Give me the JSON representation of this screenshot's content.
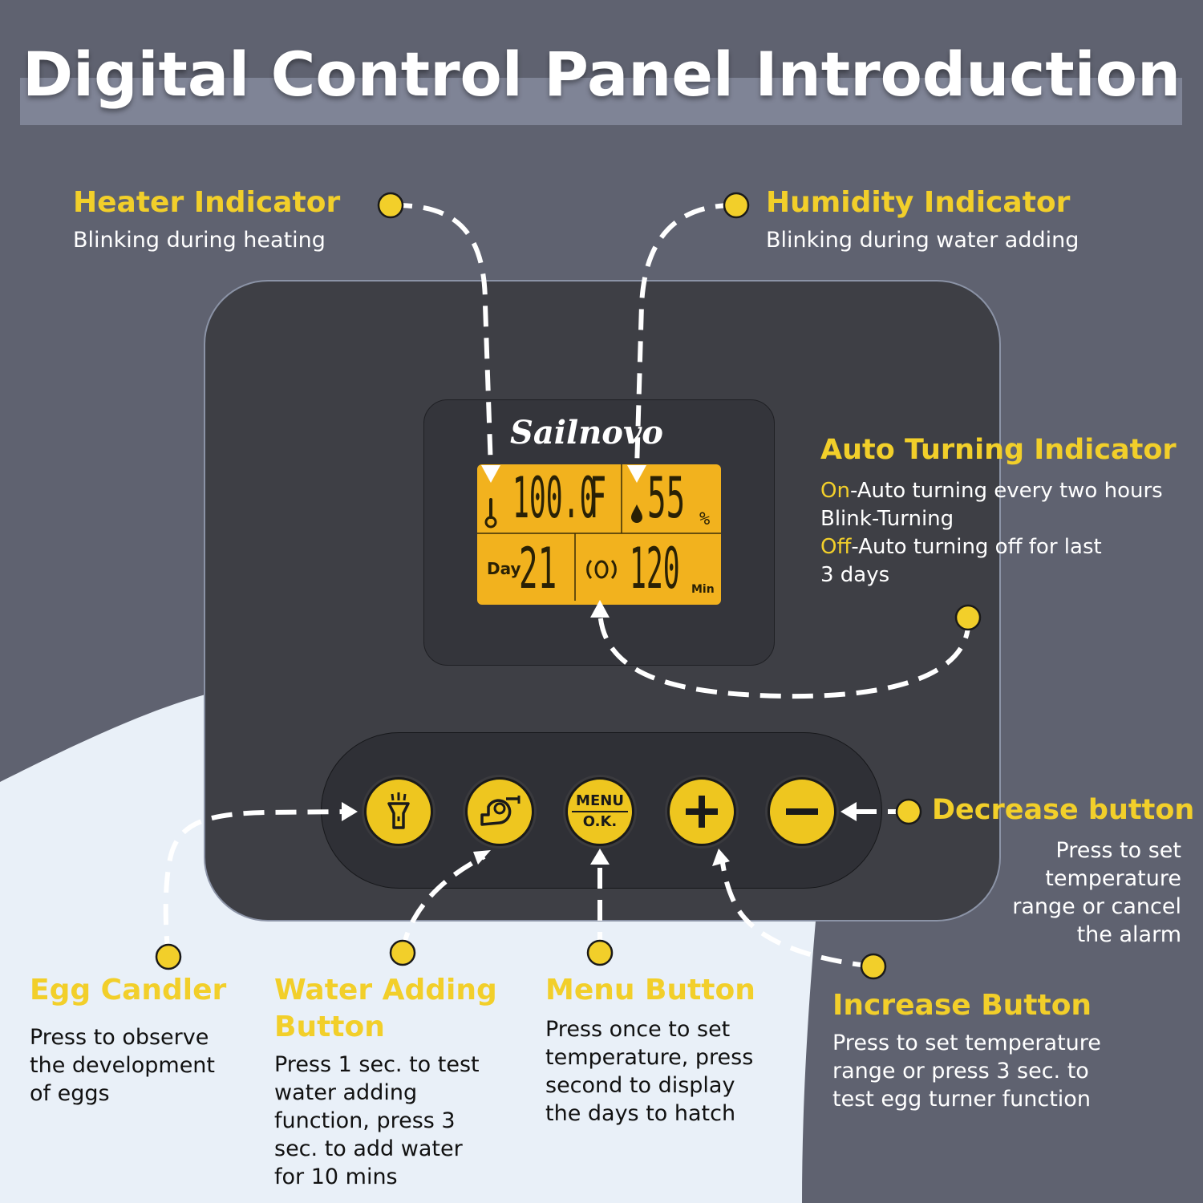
{
  "title": "Digital Control Panel Introduction",
  "brand": "Sailnovo",
  "lcd": {
    "temperature": "100.0",
    "temp_unit": "F",
    "humidity": "55",
    "humidity_unit": "%",
    "day_label": "Day",
    "day_value": "21",
    "minutes_value": "120",
    "minutes_unit": "Min"
  },
  "buttons": {
    "menu_line1": "MENU",
    "menu_line2": "O.K."
  },
  "callouts": {
    "heater": {
      "title": "Heater Indicator",
      "desc": "Blinking during heating"
    },
    "humidity": {
      "title": "Humidity Indicator",
      "desc": "Blinking during water adding"
    },
    "auto_turning": {
      "title": "Auto Turning Indicator",
      "on_label": "On",
      "on_desc": "-Auto turning every two hours",
      "blink_desc": "Blink-Turning",
      "off_label": "Off",
      "off_desc": "-Auto turning off for last",
      "off_desc2": "3 days"
    },
    "decrease": {
      "title": "Decrease button",
      "lines": [
        "Press to set",
        "temperature",
        "range or cancel",
        "the alarm"
      ]
    },
    "egg_candler": {
      "title": "Egg Candler",
      "lines": [
        "Press to observe",
        "the development",
        "of eggs"
      ]
    },
    "water_adding": {
      "title_line1": "Water Adding",
      "title_line2": "Button",
      "lines": [
        "Press 1 sec. to test",
        "water adding",
        "function, press 3",
        "sec. to add water",
        "for 10 mins"
      ]
    },
    "menu": {
      "title": "Menu Button",
      "lines": [
        "Press once to set",
        "temperature, press",
        "second to display",
        "the days to hatch"
      ]
    },
    "increase": {
      "title": "Increase Button",
      "lines": [
        "Press to set temperature",
        "range or press 3 sec. to",
        "test egg turner function"
      ]
    }
  },
  "colors": {
    "accent_yellow": "#f2cf2a",
    "button_yellow": "#eec61f",
    "lcd_amber": "#f2b21e",
    "panel": "#3e3f45",
    "background_dark": "#5f6270",
    "background_light": "#e9f0f8"
  }
}
